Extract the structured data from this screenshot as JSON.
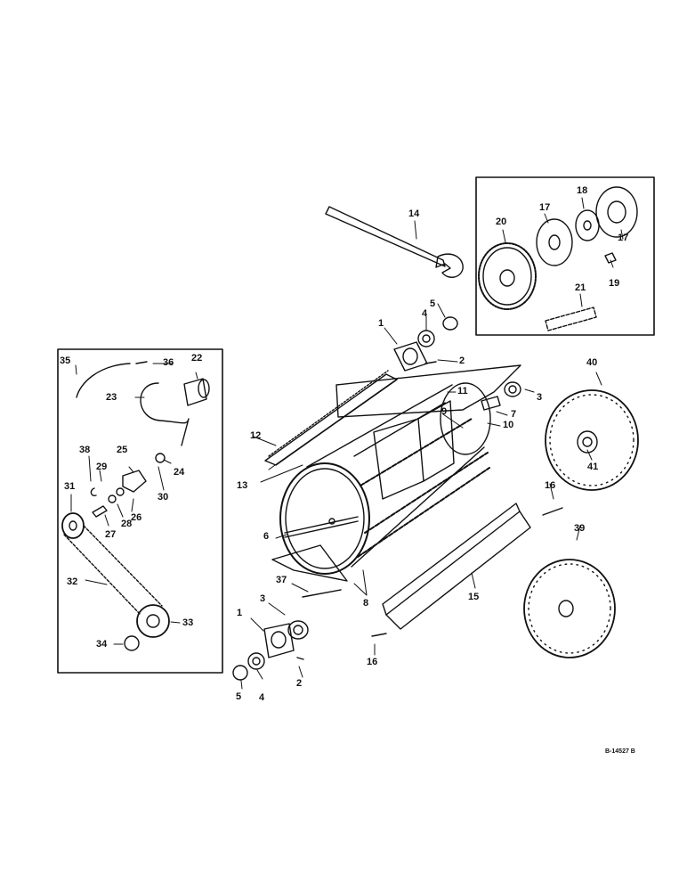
{
  "figure_code": "B-14527 B",
  "callouts": [
    "1",
    "2",
    "3",
    "4",
    "5",
    "6",
    "7",
    "8",
    "9",
    "10",
    "11",
    "12",
    "13",
    "14",
    "15",
    "16",
    "17",
    "18",
    "19",
    "20",
    "21",
    "22",
    "23",
    "24",
    "25",
    "26",
    "27",
    "28",
    "29",
    "30",
    "31",
    "32",
    "33",
    "34",
    "35",
    "36",
    "37",
    "38",
    "39",
    "40",
    "41"
  ],
  "colors": {
    "ink": "#111111",
    "paper": "#ffffff"
  }
}
